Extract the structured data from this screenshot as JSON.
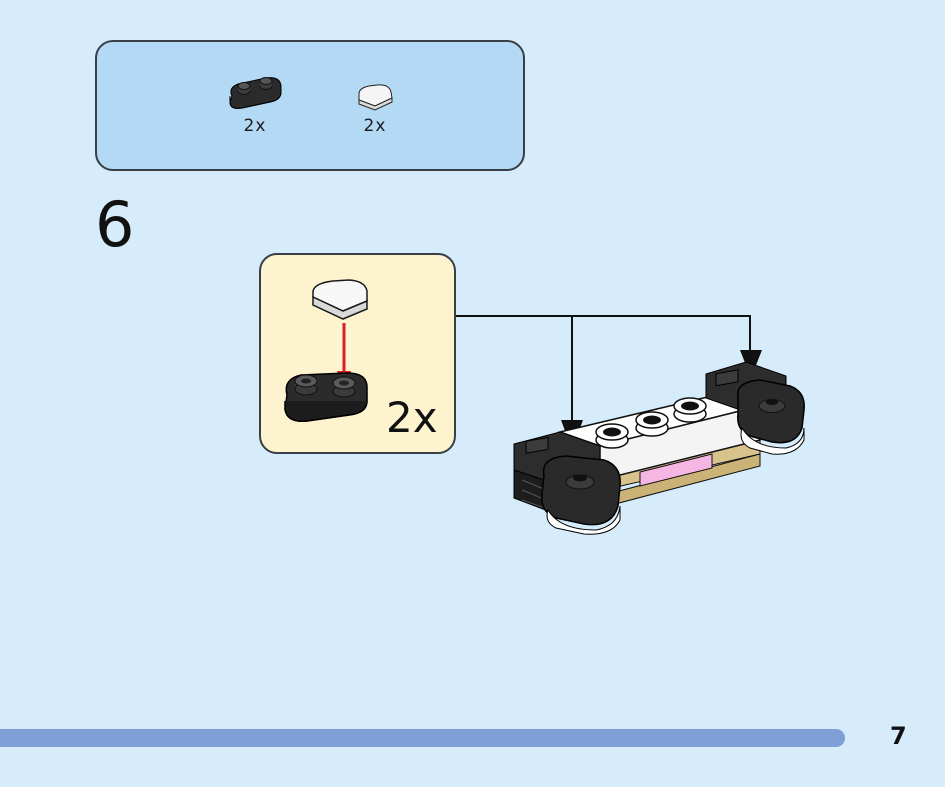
{
  "parts_list": {
    "items": [
      {
        "icon": "black-plate-1x2-rounded-icon",
        "quantity": "2x"
      },
      {
        "icon": "white-tile-round-corner-icon",
        "quantity": "2x"
      }
    ]
  },
  "step": {
    "number": "6",
    "callout_quantity": "2x"
  },
  "page": {
    "number": "7"
  },
  "colors": {
    "background": "#d6ecfb",
    "parts_box": "#b4d9f5",
    "callout_box": "#fdf3cf",
    "footer_bar": "#7f9fd6",
    "arrow_red": "#d42127"
  }
}
